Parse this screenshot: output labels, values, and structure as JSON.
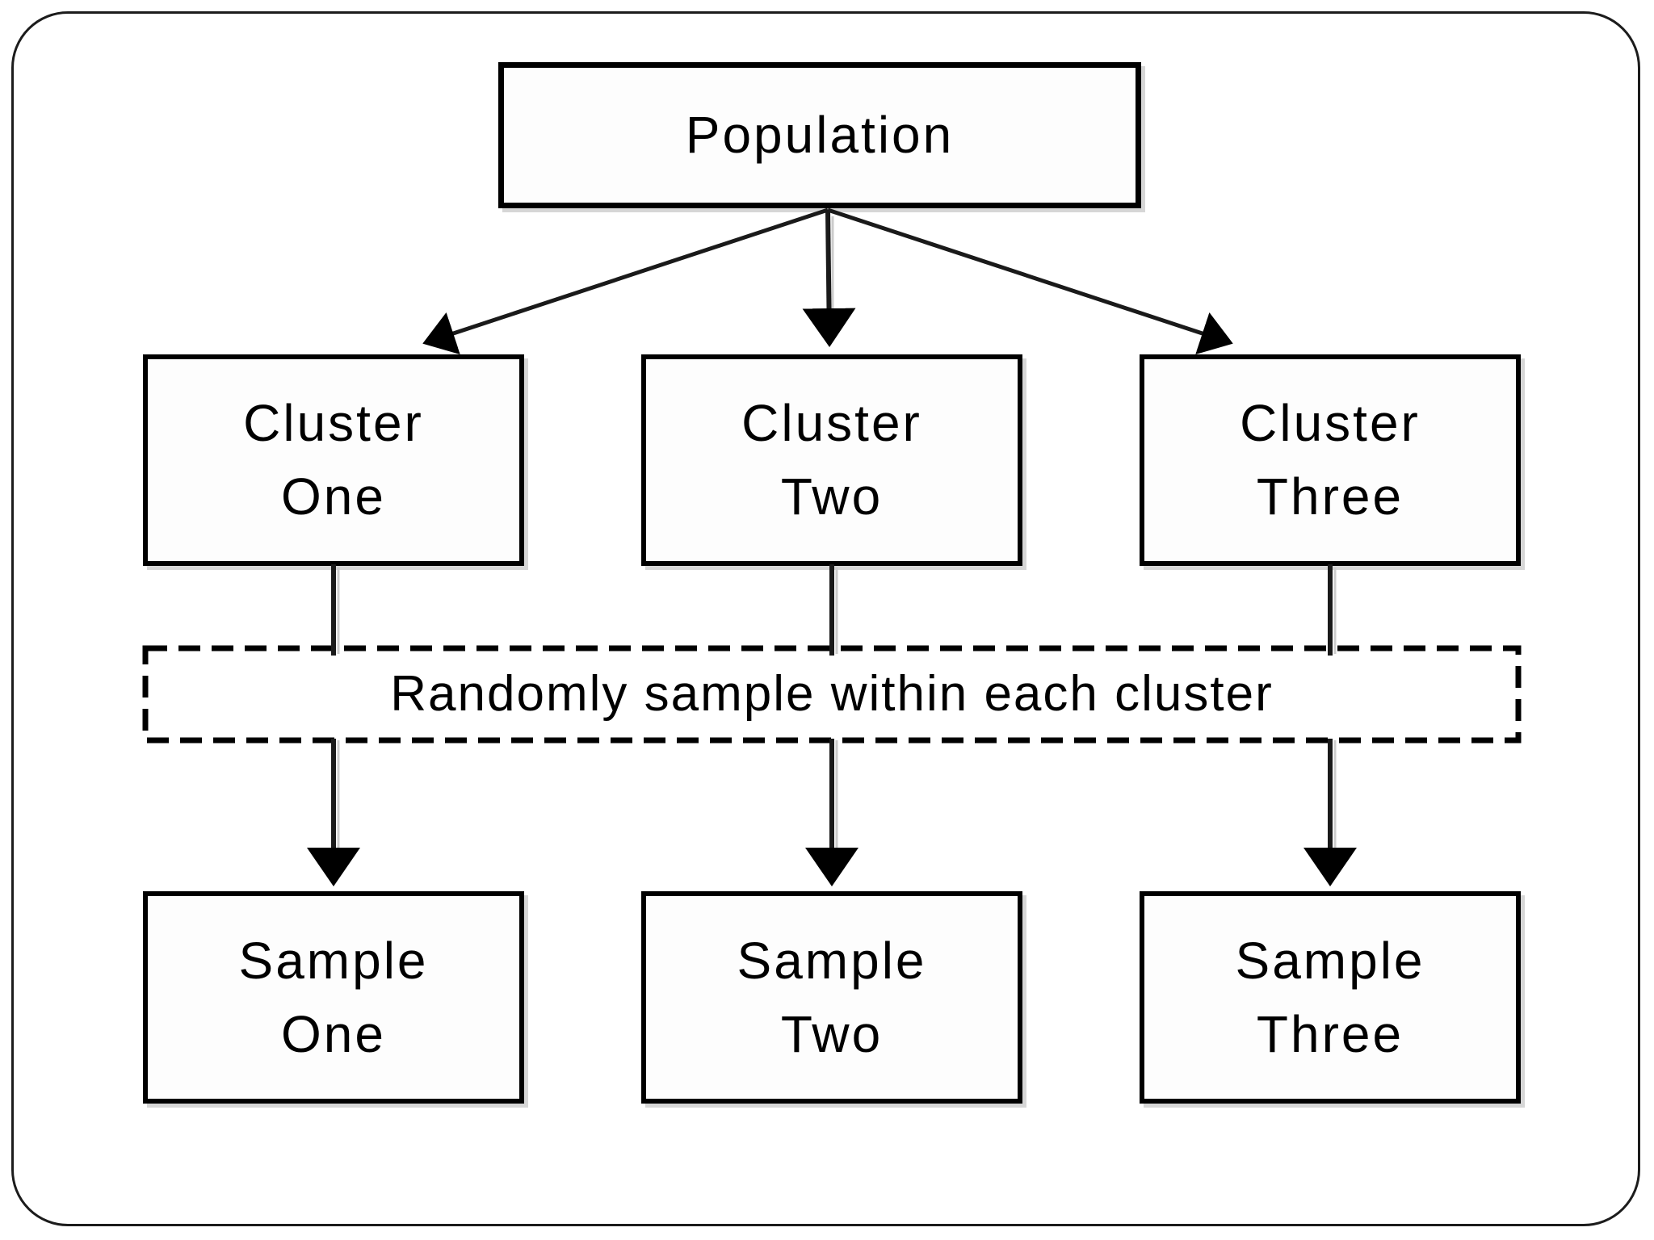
{
  "diagram": {
    "population": {
      "label": "Population"
    },
    "clusters": [
      {
        "line1": "Cluster",
        "line2": "One"
      },
      {
        "line1": "Cluster",
        "line2": "Two"
      },
      {
        "line1": "Cluster",
        "line2": "Three"
      }
    ],
    "note": {
      "label": "Randomly sample within each cluster"
    },
    "samples": [
      {
        "line1": "Sample",
        "line2": "One"
      },
      {
        "line1": "Sample",
        "line2": "Two"
      },
      {
        "line1": "Sample",
        "line2": "Three"
      }
    ],
    "edges": [
      {
        "from": "Population",
        "to": "Cluster One",
        "arrow": true
      },
      {
        "from": "Population",
        "to": "Cluster Two",
        "arrow": true
      },
      {
        "from": "Population",
        "to": "Cluster Three",
        "arrow": true
      },
      {
        "from": "Cluster One",
        "to": "Sample One",
        "via": "Randomly sample within each cluster",
        "arrow": true
      },
      {
        "from": "Cluster Two",
        "to": "Sample Two",
        "via": "Randomly sample within each cluster",
        "arrow": true
      },
      {
        "from": "Cluster Three",
        "to": "Sample Three",
        "via": "Randomly sample within each cluster",
        "arrow": true
      }
    ]
  },
  "colors": {
    "line": "#000000",
    "text": "#000000",
    "background": "#ffffff",
    "box_fill": "#fdfdfd"
  }
}
